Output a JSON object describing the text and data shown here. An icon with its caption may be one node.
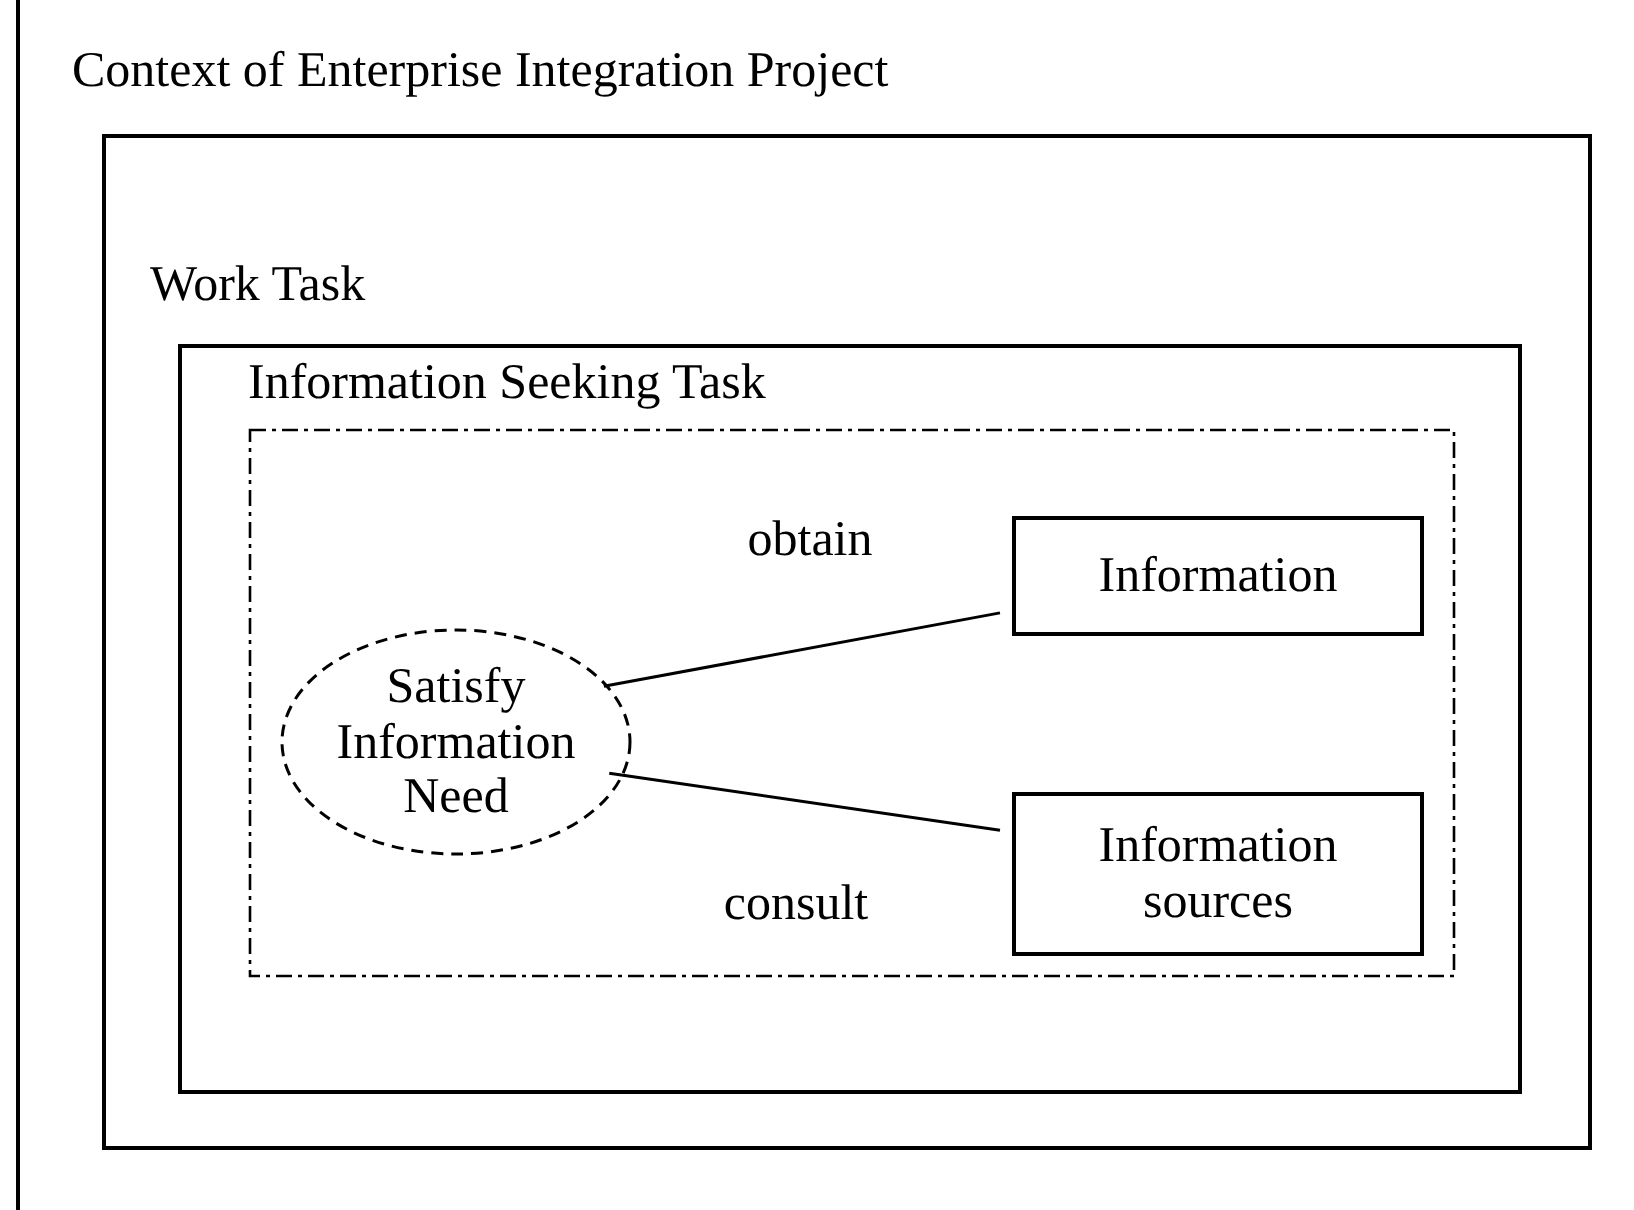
{
  "diagram": {
    "nodes": [
      {
        "text": [
          "Context of Enterprise Integration Project"
        ]
      },
      {
        "text": [
          "Work Task"
        ],
        "in": 0
      },
      {
        "text": [
          "Information Seeking Task"
        ],
        "in": 1
      },
      {
        "text": [],
        "shape": "box",
        "in": 2
      },
      {
        "text": [
          "Satisfy Information Need"
        ],
        "in": 3
      },
      {
        "text": [
          "Information"
        ],
        "in": 3
      },
      {
        "text": [
          "Information sources"
        ],
        "in": 3
      }
    ],
    "edges": [
      {
        "from": 4,
        "to": 5,
        "arrow": "none",
        "label": "obtain"
      },
      {
        "from": 4,
        "to": 6,
        "arrow": "none",
        "label": "consult"
      }
    ]
  }
}
